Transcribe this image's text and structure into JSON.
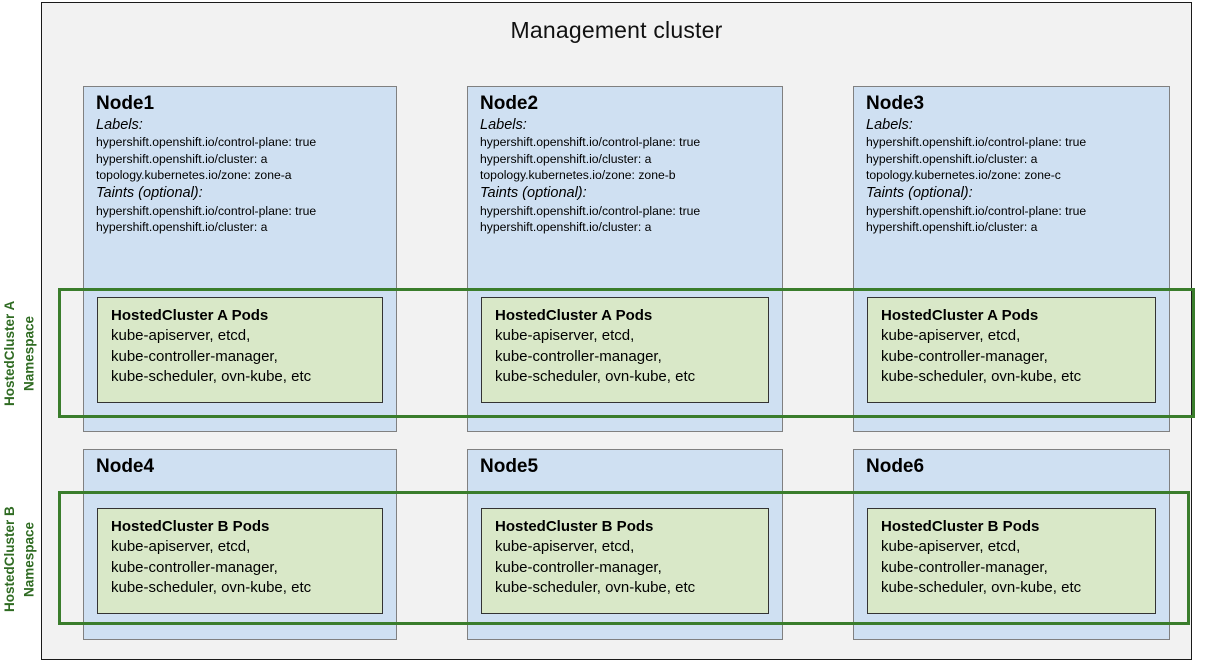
{
  "diagram": {
    "title": "Management cluster",
    "colors": {
      "node_fill": "#cfe0f2",
      "node_border": "#808080",
      "pods_fill": "#d9e8c8",
      "pods_border": "#333333",
      "namespace_green": "#3a7d2c",
      "namespace_label": "#2f6b22",
      "frame_fill": "#f2f2f2",
      "frame_border": "#1a1a1a"
    }
  },
  "namespaces": [
    {
      "id": "a",
      "label": "HostedCluster A\nNamespace"
    },
    {
      "id": "b",
      "label": "HostedCluster B\nNamespace"
    }
  ],
  "nodes": [
    {
      "name": "Node1",
      "labels_heading": "Labels:",
      "labels": [
        "hypershift.openshift.io/control-plane: true",
        "hypershift.openshift.io/cluster: a",
        "topology.kubernetes.io/zone: zone-a"
      ],
      "taints_heading": "Taints (optional):",
      "taints": [
        "hypershift.openshift.io/control-plane: true",
        "hypershift.openshift.io/cluster: a"
      ]
    },
    {
      "name": "Node2",
      "labels_heading": "Labels:",
      "labels": [
        "hypershift.openshift.io/control-plane: true",
        "hypershift.openshift.io/cluster: a",
        "topology.kubernetes.io/zone: zone-b"
      ],
      "taints_heading": "Taints (optional):",
      "taints": [
        "hypershift.openshift.io/control-plane: true",
        "hypershift.openshift.io/cluster: a"
      ]
    },
    {
      "name": "Node3",
      "labels_heading": "Labels:",
      "labels": [
        "hypershift.openshift.io/control-plane: true",
        "hypershift.openshift.io/cluster: a",
        "topology.kubernetes.io/zone: zone-c"
      ],
      "taints_heading": "Taints (optional):",
      "taints": [
        "hypershift.openshift.io/control-plane: true",
        "hypershift.openshift.io/cluster: a"
      ]
    },
    {
      "name": "Node4"
    },
    {
      "name": "Node5"
    },
    {
      "name": "Node6"
    }
  ],
  "pods": {
    "cluster_a": {
      "title": "HostedCluster A Pods",
      "lines": [
        "kube-apiserver, etcd,",
        "kube-controller-manager,",
        "kube-scheduler, ovn-kube, etc"
      ]
    },
    "cluster_b": {
      "title": "HostedCluster B Pods",
      "lines": [
        "kube-apiserver, etcd,",
        "kube-controller-manager,",
        "kube-scheduler, ovn-kube, etc"
      ]
    }
  }
}
